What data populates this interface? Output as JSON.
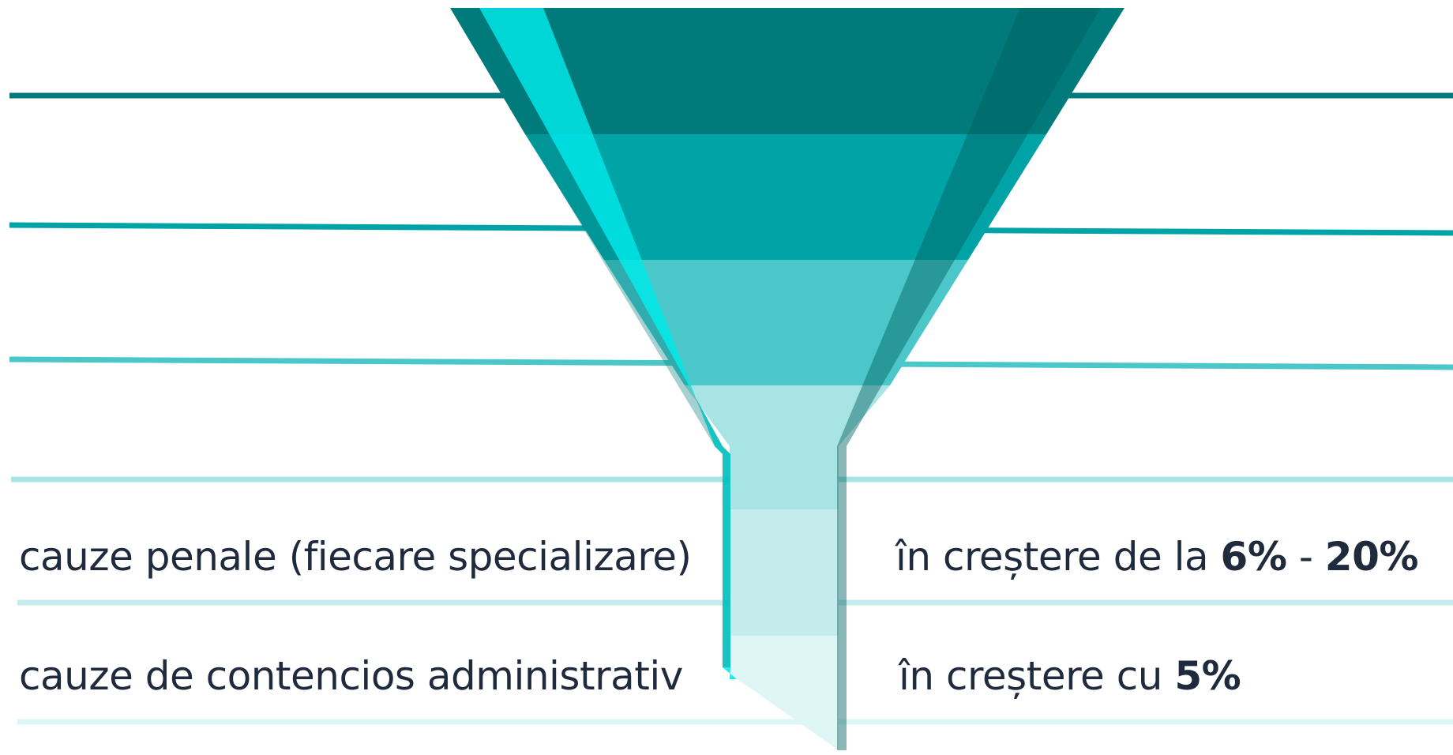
{
  "funnel": {
    "colors": {
      "level_1": "#007a7a",
      "level_2": "#00a3a6",
      "level_3": "#4cc7c9",
      "level_4": "#a8e4e4",
      "level_5": "#c4ecec",
      "level_6": "#dff6f6",
      "left_highlight": "#00e6e6",
      "right_shadow": "#005f5f"
    }
  },
  "rows": [
    {
      "label": "cauze penale (fiecare specializare)",
      "value_prefix": "în creștere de la",
      "value_bold_1": "6%",
      "value_separator": " - ",
      "value_bold_2": "20%"
    },
    {
      "label": "cauze de contencios administrativ",
      "value_prefix": "în creștere cu",
      "value_bold_1": "5%"
    }
  ],
  "line_colors": [
    "#007a7a",
    "#00a3a6",
    "#4cc7c9",
    "#a8e4e4",
    "#c4ecec",
    "#dff6f6"
  ],
  "text_color": "#1f2b3d"
}
